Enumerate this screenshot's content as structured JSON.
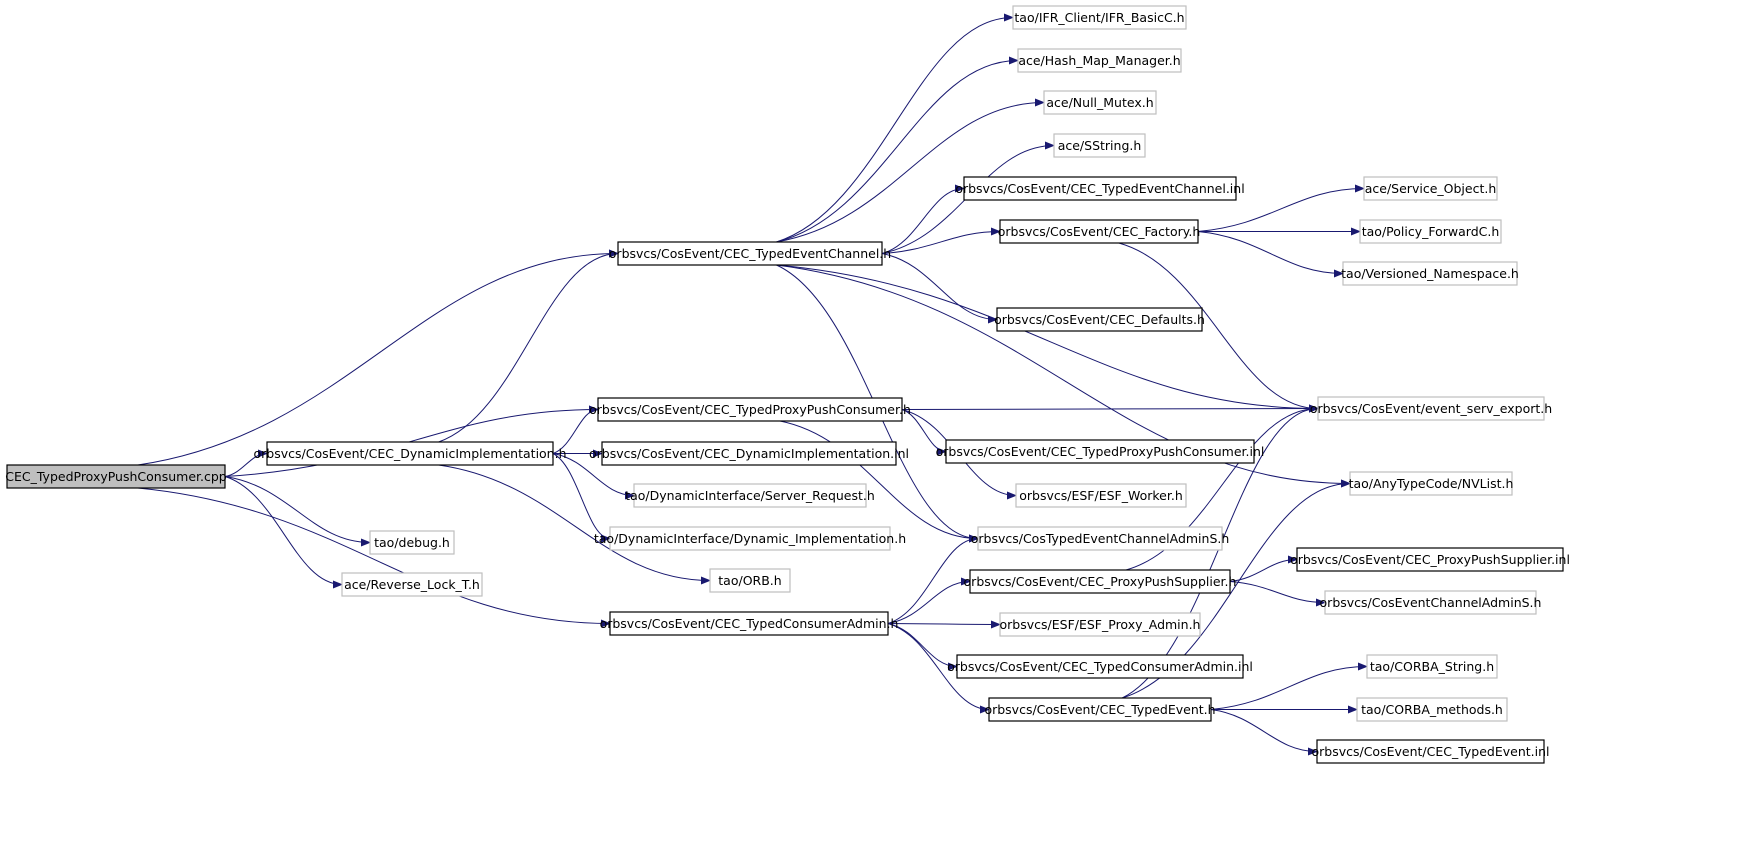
{
  "colors": {
    "edge": "#191970",
    "root_fill": "#bfbfbf",
    "node_border_dark": "#000000",
    "node_border_light": "#bfbfbf",
    "background": "#ffffff"
  },
  "nodes": [
    {
      "id": "root",
      "label": "CEC_TypedProxyPushConsumer.cpp",
      "style": "root"
    },
    {
      "id": "typed_event_channel_h",
      "label": "orbsvcs/CosEvent/CEC_TypedEventChannel.h",
      "style": "dark"
    },
    {
      "id": "typed_proxy_push_consumer_h",
      "label": "orbsvcs/CosEvent/CEC_TypedProxyPushConsumer.h",
      "style": "dark"
    },
    {
      "id": "dynamic_implementation_h",
      "label": "orbsvcs/CosEvent/CEC_DynamicImplementation.h",
      "style": "dark"
    },
    {
      "id": "typed_consumer_admin_h",
      "label": "orbsvcs/CosEvent/CEC_TypedConsumerAdmin.h",
      "style": "dark"
    },
    {
      "id": "debug_h",
      "label": "tao/debug.h",
      "style": "light"
    },
    {
      "id": "reverse_lock_h",
      "label": "ace/Reverse_Lock_T.h",
      "style": "light"
    },
    {
      "id": "ifr_basic_h",
      "label": "tao/IFR_Client/IFR_BasicC.h",
      "style": "light"
    },
    {
      "id": "hash_map_h",
      "label": "ace/Hash_Map_Manager.h",
      "style": "light"
    },
    {
      "id": "null_mutex_h",
      "label": "ace/Null_Mutex.h",
      "style": "light"
    },
    {
      "id": "sstring_h",
      "label": "ace/SString.h",
      "style": "light"
    },
    {
      "id": "typed_event_channel_inl",
      "label": "orbsvcs/CosEvent/CEC_TypedEventChannel.inl",
      "style": "dark"
    },
    {
      "id": "factory_h",
      "label": "orbsvcs/CosEvent/CEC_Factory.h",
      "style": "dark"
    },
    {
      "id": "defaults_h",
      "label": "orbsvcs/CosEvent/CEC_Defaults.h",
      "style": "dark"
    },
    {
      "id": "service_object_h",
      "label": "ace/Service_Object.h",
      "style": "light"
    },
    {
      "id": "policy_forward_h",
      "label": "tao/Policy_ForwardC.h",
      "style": "light"
    },
    {
      "id": "versioned_ns_h",
      "label": "tao/Versioned_Namespace.h",
      "style": "light"
    },
    {
      "id": "event_serv_export_h",
      "label": "orbsvcs/CosEvent/event_serv_export.h",
      "style": "light"
    },
    {
      "id": "nvlist_h",
      "label": "tao/AnyTypeCode/NVList.h",
      "style": "light"
    },
    {
      "id": "typed_proxy_push_consumer_inl",
      "label": "orbsvcs/CosEvent/CEC_TypedProxyPushConsumer.inl",
      "style": "dark"
    },
    {
      "id": "esf_worker_h",
      "label": "orbsvcs/ESF/ESF_Worker.h",
      "style": "light"
    },
    {
      "id": "dynamic_implementation_inl",
      "label": "orbsvcs/CosEvent/CEC_DynamicImplementation.inl",
      "style": "dark"
    },
    {
      "id": "server_request_h",
      "label": "tao/DynamicInterface/Server_Request.h",
      "style": "light"
    },
    {
      "id": "dynamic_impl_di_h",
      "label": "tao/DynamicInterface/Dynamic_Implementation.h",
      "style": "light"
    },
    {
      "id": "orb_h",
      "label": "tao/ORB.h",
      "style": "light"
    },
    {
      "id": "cos_typed_ec_admin_s_h",
      "label": "orbsvcs/CosTypedEventChannelAdminS.h",
      "style": "light"
    },
    {
      "id": "proxy_push_supplier_h",
      "label": "orbsvcs/CosEvent/CEC_ProxyPushSupplier.h",
      "style": "dark"
    },
    {
      "id": "proxy_push_supplier_inl",
      "label": "orbsvcs/CosEvent/CEC_ProxyPushSupplier.inl",
      "style": "dark"
    },
    {
      "id": "cos_ec_admin_s_h",
      "label": "orbsvcs/CosEventChannelAdminS.h",
      "style": "light"
    },
    {
      "id": "esf_proxy_admin_h",
      "label": "orbsvcs/ESF/ESF_Proxy_Admin.h",
      "style": "light"
    },
    {
      "id": "typed_consumer_admin_inl",
      "label": "orbsvcs/CosEvent/CEC_TypedConsumerAdmin.inl",
      "style": "dark"
    },
    {
      "id": "typed_event_h",
      "label": "orbsvcs/CosEvent/CEC_TypedEvent.h",
      "style": "dark"
    },
    {
      "id": "corba_string_h",
      "label": "tao/CORBA_String.h",
      "style": "light"
    },
    {
      "id": "corba_methods_h",
      "label": "tao/CORBA_methods.h",
      "style": "light"
    },
    {
      "id": "typed_event_inl",
      "label": "orbsvcs/CosEvent/CEC_TypedEvent.inl",
      "style": "dark"
    }
  ],
  "edges": [
    {
      "from": "root",
      "to": "typed_event_channel_h"
    },
    {
      "from": "root",
      "to": "typed_proxy_push_consumer_h"
    },
    {
      "from": "root",
      "to": "dynamic_implementation_h"
    },
    {
      "from": "root",
      "to": "typed_consumer_admin_h"
    },
    {
      "from": "root",
      "to": "debug_h"
    },
    {
      "from": "root",
      "to": "reverse_lock_h"
    },
    {
      "from": "typed_event_channel_h",
      "to": "ifr_basic_h"
    },
    {
      "from": "typed_event_channel_h",
      "to": "hash_map_h"
    },
    {
      "from": "typed_event_channel_h",
      "to": "null_mutex_h"
    },
    {
      "from": "typed_event_channel_h",
      "to": "sstring_h"
    },
    {
      "from": "typed_event_channel_h",
      "to": "typed_event_channel_inl"
    },
    {
      "from": "typed_event_channel_h",
      "to": "factory_h"
    },
    {
      "from": "typed_event_channel_h",
      "to": "defaults_h"
    },
    {
      "from": "typed_event_channel_h",
      "to": "event_serv_export_h"
    },
    {
      "from": "typed_event_channel_h",
      "to": "nvlist_h"
    },
    {
      "from": "typed_event_channel_h",
      "to": "cos_typed_ec_admin_s_h"
    },
    {
      "from": "factory_h",
      "to": "service_object_h"
    },
    {
      "from": "factory_h",
      "to": "policy_forward_h"
    },
    {
      "from": "factory_h",
      "to": "versioned_ns_h"
    },
    {
      "from": "factory_h",
      "to": "event_serv_export_h"
    },
    {
      "from": "typed_proxy_push_consumer_h",
      "to": "event_serv_export_h"
    },
    {
      "from": "typed_proxy_push_consumer_h",
      "to": "typed_proxy_push_consumer_inl"
    },
    {
      "from": "typed_proxy_push_consumer_h",
      "to": "esf_worker_h"
    },
    {
      "from": "typed_proxy_push_consumer_h",
      "to": "cos_typed_ec_admin_s_h"
    },
    {
      "from": "dynamic_implementation_h",
      "to": "typed_event_channel_h"
    },
    {
      "from": "dynamic_implementation_h",
      "to": "typed_proxy_push_consumer_h"
    },
    {
      "from": "dynamic_implementation_h",
      "to": "dynamic_implementation_inl"
    },
    {
      "from": "dynamic_implementation_h",
      "to": "server_request_h"
    },
    {
      "from": "dynamic_implementation_h",
      "to": "dynamic_impl_di_h"
    },
    {
      "from": "dynamic_implementation_h",
      "to": "orb_h"
    },
    {
      "from": "typed_consumer_admin_h",
      "to": "cos_typed_ec_admin_s_h"
    },
    {
      "from": "typed_consumer_admin_h",
      "to": "proxy_push_supplier_h"
    },
    {
      "from": "typed_consumer_admin_h",
      "to": "esf_proxy_admin_h"
    },
    {
      "from": "typed_consumer_admin_h",
      "to": "typed_consumer_admin_inl"
    },
    {
      "from": "typed_consumer_admin_h",
      "to": "typed_event_h"
    },
    {
      "from": "proxy_push_supplier_h",
      "to": "event_serv_export_h"
    },
    {
      "from": "proxy_push_supplier_h",
      "to": "proxy_push_supplier_inl"
    },
    {
      "from": "proxy_push_supplier_h",
      "to": "cos_ec_admin_s_h"
    },
    {
      "from": "typed_event_h",
      "to": "event_serv_export_h"
    },
    {
      "from": "typed_event_h",
      "to": "nvlist_h"
    },
    {
      "from": "typed_event_h",
      "to": "corba_string_h"
    },
    {
      "from": "typed_event_h",
      "to": "corba_methods_h"
    },
    {
      "from": "typed_event_h",
      "to": "typed_event_inl"
    }
  ]
}
